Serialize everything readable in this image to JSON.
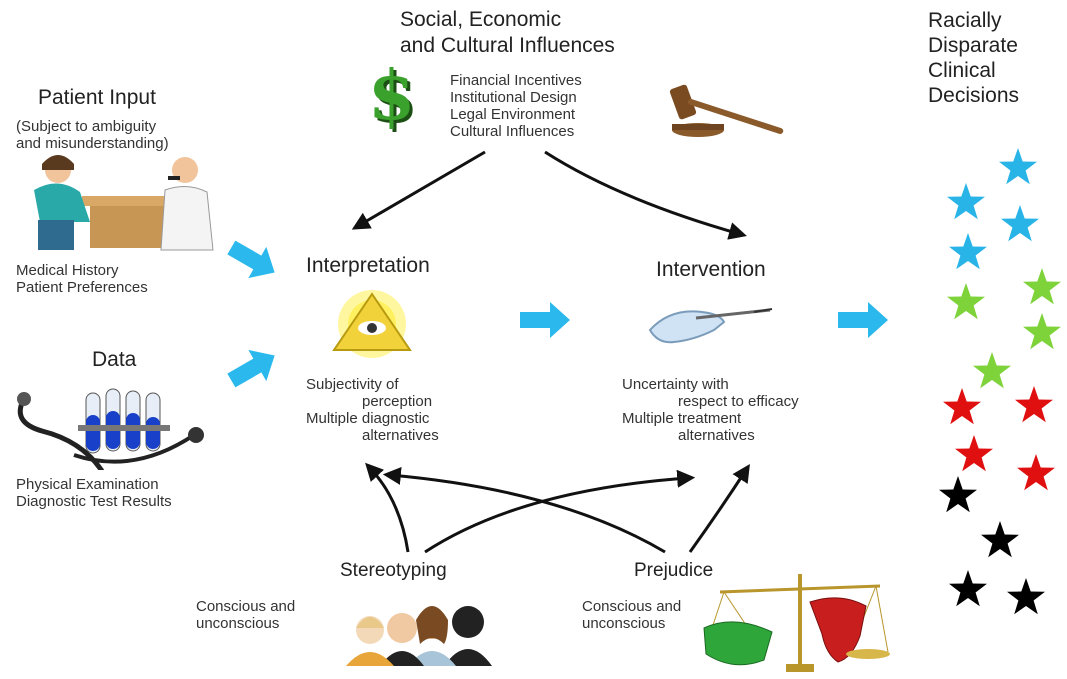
{
  "social": {
    "title_line1": "Social, Economic",
    "title_line2": "and Cultural Influences",
    "items": [
      "Financial Incentives",
      "Institutional Design",
      "Legal Environment",
      "Cultural Influences"
    ]
  },
  "outcome": {
    "title_lines": [
      "Racially",
      "Disparate",
      "Clinical",
      "Decisions"
    ],
    "colors": {
      "blue": "#29b4e8",
      "green": "#7ed23a",
      "red": "#e01010",
      "black": "#000000"
    }
  },
  "patient_input": {
    "title": "Patient Input",
    "note_line1": "(Subject to ambiguity",
    "note_line2": "and misunderstanding)",
    "items": [
      "Medical History",
      "Patient Preferences"
    ]
  },
  "data_block": {
    "title": "Data",
    "items": [
      "Physical Examination",
      "Diagnostic Test Results"
    ]
  },
  "interpretation": {
    "title": "Interpretation",
    "lines": [
      "Subjectivity of",
      "perception",
      "Multiple diagnostic",
      "alternatives"
    ]
  },
  "intervention": {
    "title": "Intervention",
    "lines": [
      "Uncertainty with",
      "respect to efficacy",
      "Multiple treatment",
      "alternatives"
    ]
  },
  "stereotyping": {
    "title": "Stereotyping",
    "note_line1": "Conscious and",
    "note_line2": "unconscious"
  },
  "prejudice": {
    "title": "Prejudice",
    "note_line1": "Conscious and",
    "note_line2": "unconscious"
  },
  "arrow_color": "#2bb8ec"
}
